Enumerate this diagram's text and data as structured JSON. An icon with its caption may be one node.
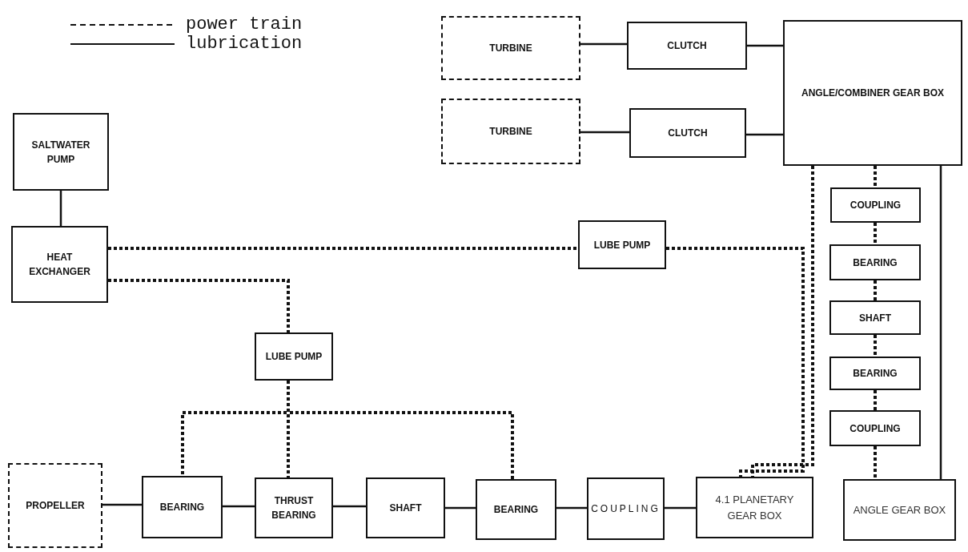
{
  "diagram": {
    "nodes": [
      {
        "text": [
          "TURBINE"
        ]
      },
      {
        "text": [
          "CLUTCH"
        ]
      },
      {
        "text": [
          "ANGLE/COMBINER GEAR BOX"
        ]
      },
      {
        "text": [
          "TURBINE"
        ]
      },
      {
        "text": [
          "CLUTCH"
        ]
      },
      {
        "text": [
          "SALTWATER PUMP"
        ]
      },
      {
        "text": [
          "HEAT EXCHANGER"
        ]
      },
      {
        "text": [
          "LUBE PUMP"
        ]
      },
      {
        "text": [
          "COUPLING"
        ]
      },
      {
        "text": [
          "BEARING"
        ]
      },
      {
        "text": [
          "SHAFT"
        ]
      },
      {
        "text": [
          "BEARING"
        ]
      },
      {
        "text": [
          "COUPLING"
        ]
      },
      {
        "text": [
          "LUBE PUMP"
        ]
      },
      {
        "text": [
          "PROPELLER"
        ]
      },
      {
        "text": [
          "BEARING"
        ]
      },
      {
        "text": [
          "THRUST BEARING"
        ]
      },
      {
        "text": [
          "SHAFT"
        ]
      },
      {
        "text": [
          "BEARING"
        ]
      },
      {
        "text": [
          "COUPLING"
        ]
      },
      {
        "text": [
          "4.1 PLANETARY GEAR BOX"
        ]
      },
      {
        "text": [
          "ANGLE GEAR BOX"
        ]
      }
    ],
    "edges": [
      {
        "from": 0,
        "to": 1,
        "arrow": "none"
      },
      {
        "from": 1,
        "to": 2,
        "arrow": "none"
      },
      {
        "from": 3,
        "to": 4,
        "arrow": "none"
      },
      {
        "from": 4,
        "to": 2,
        "arrow": "none"
      },
      {
        "from": 5,
        "to": 6,
        "arrow": "none"
      },
      {
        "from": 6,
        "to": 7,
        "arrow": "none",
        "style": "dashed"
      },
      {
        "from": 6,
        "to": 13,
        "arrow": "none",
        "style": "dashed"
      },
      {
        "from": 7,
        "to": 20,
        "arrow": "none",
        "style": "dashed"
      },
      {
        "from": 2,
        "to": 20,
        "arrow": "none",
        "style": "dashed"
      },
      {
        "from": 2,
        "to": 21,
        "arrow": "none"
      },
      {
        "from": 2,
        "to": 8,
        "arrow": "none",
        "style": "dashed"
      },
      {
        "from": 8,
        "to": 9,
        "arrow": "none",
        "style": "dashed"
      },
      {
        "from": 9,
        "to": 10,
        "arrow": "none",
        "style": "dashed"
      },
      {
        "from": 10,
        "to": 11,
        "arrow": "none",
        "style": "dashed"
      },
      {
        "from": 11,
        "to": 12,
        "arrow": "none",
        "style": "dashed"
      },
      {
        "from": 12,
        "to": 21,
        "arrow": "none",
        "style": "dashed"
      },
      {
        "from": 13,
        "to": 15,
        "arrow": "none",
        "style": "dashed"
      },
      {
        "from": 13,
        "to": 16,
        "arrow": "none",
        "style": "dashed"
      },
      {
        "from": 13,
        "to": 18,
        "arrow": "none",
        "style": "dashed"
      },
      {
        "from": 14,
        "to": 15,
        "arrow": "none"
      },
      {
        "from": 15,
        "to": 16,
        "arrow": "none"
      },
      {
        "from": 16,
        "to": 17,
        "arrow": "none"
      },
      {
        "from": 17,
        "to": 18,
        "arrow": "none"
      },
      {
        "from": 18,
        "to": 19,
        "arrow": "none"
      },
      {
        "from": 19,
        "to": 20,
        "arrow": "none"
      }
    ],
    "legend": [
      {
        "text": "power train"
      },
      {
        "text": "lubrication"
      }
    ]
  }
}
